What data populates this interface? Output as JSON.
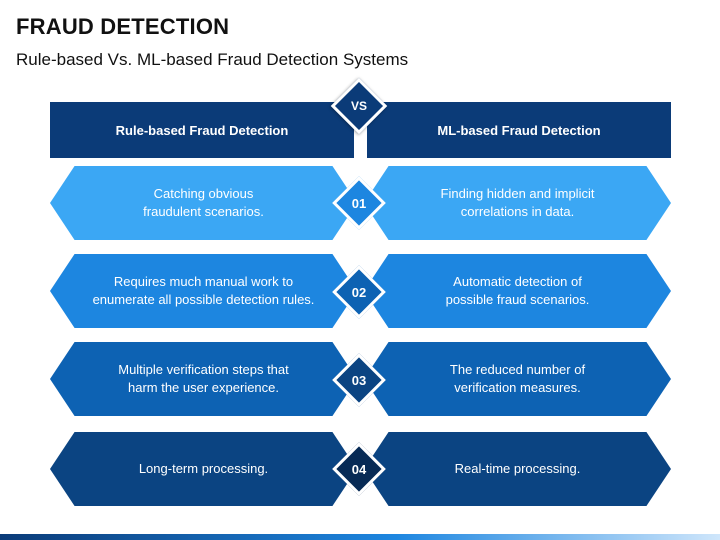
{
  "title": "FRAUD DETECTION",
  "subtitle": "Rule-based Vs. ML-based Fraud Detection Systems",
  "vs_label": "VS",
  "headers": {
    "left": "Rule-based Fraud Detection",
    "right": "ML-based Fraud Detection"
  },
  "rows": [
    {
      "number": "01",
      "left": "Catching obvious\nfraudulent scenarios.",
      "right": "Finding hidden and implicit\ncorrelations in data."
    },
    {
      "number": "02",
      "left": "Requires much manual work to\nenumerate all possible detection rules.",
      "right": "Automatic detection of\npossible fraud scenarios."
    },
    {
      "number": "03",
      "left": "Multiple verification steps that\nharm the user experience.",
      "right": "The reduced number of\nverification measures."
    },
    {
      "number": "04",
      "left": "Long-term processing.",
      "right": "Real-time processing."
    }
  ],
  "colors": {
    "header": "#0b3b78",
    "row1": "#3ba7f4",
    "row2": "#1d86e0",
    "row3": "#0d62b3",
    "row4": "#0b4482"
  }
}
